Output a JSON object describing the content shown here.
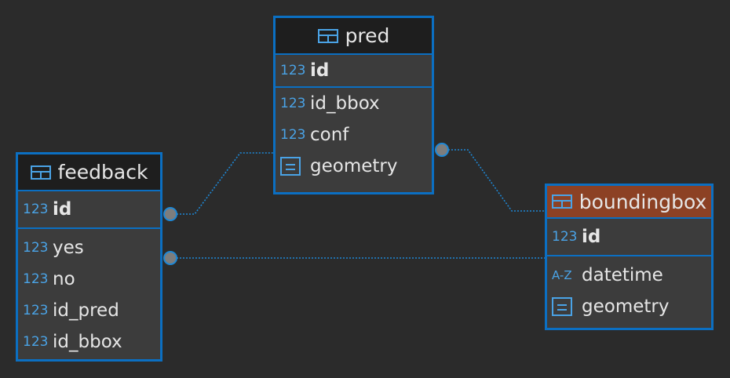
{
  "colors": {
    "background": "#2b2b2b",
    "entity_border": "#0b6fc2",
    "header": "#1e1e1e",
    "selected_header": "#8c4124",
    "type_icon": "#4aa3e6",
    "link": "#1e88d6",
    "connector": "#7d7d7d"
  },
  "entities": {
    "pred": {
      "name": "pred",
      "pk": {
        "type": "123",
        "name": "id"
      },
      "cols": [
        {
          "type": "123",
          "name": "id_bbox"
        },
        {
          "type": "123",
          "name": "conf"
        },
        {
          "type": "geometry-icon",
          "name": "geometry"
        }
      ]
    },
    "feedback": {
      "name": "feedback",
      "pk": {
        "type": "123",
        "name": "id"
      },
      "cols": [
        {
          "type": "123",
          "name": "yes"
        },
        {
          "type": "123",
          "name": "no"
        },
        {
          "type": "123",
          "name": "id_pred"
        },
        {
          "type": "123",
          "name": "id_bbox"
        }
      ]
    },
    "boundingbox": {
      "name": "boundingbox",
      "pk": {
        "type": "123",
        "name": "id"
      },
      "cols": [
        {
          "type": "A-Z",
          "name": "datetime"
        },
        {
          "type": "geometry-icon",
          "name": "geometry"
        }
      ]
    }
  }
}
